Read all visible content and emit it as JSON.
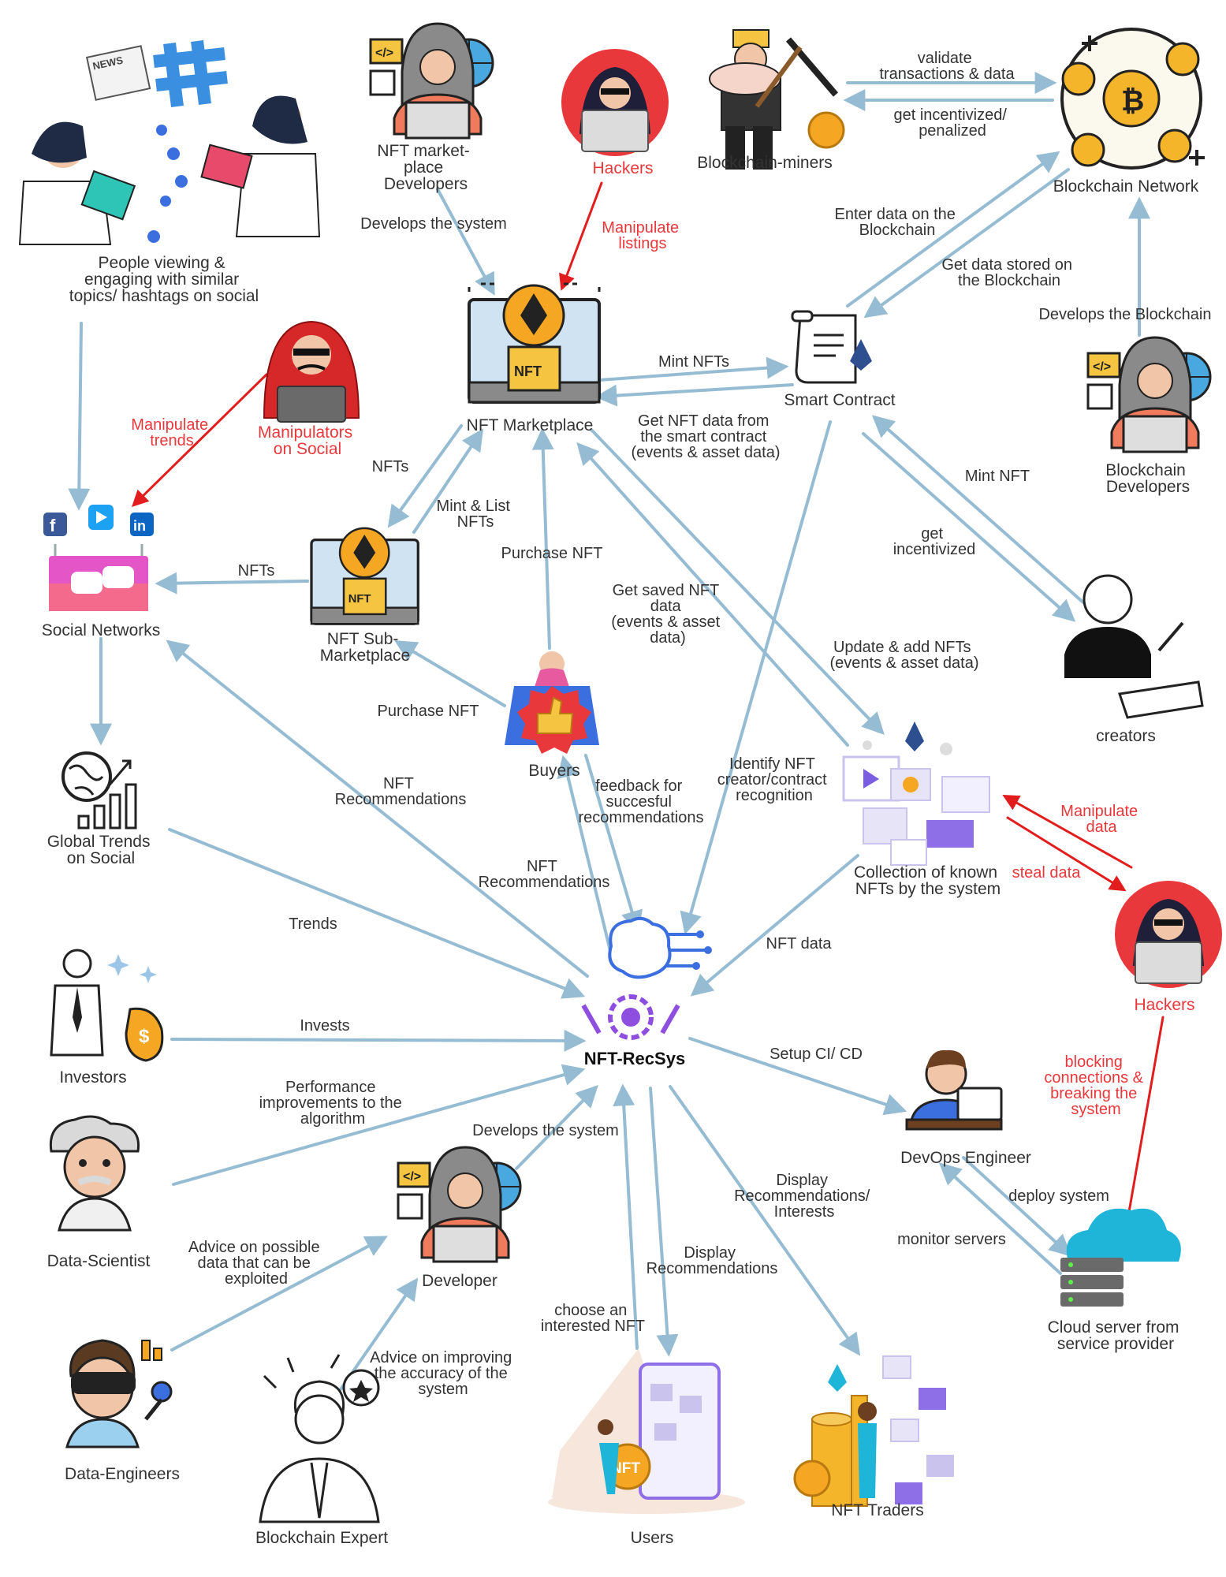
{
  "colors": {
    "arrow": "#95bcd2",
    "attack_arrow": "#e11d1d",
    "attack_text": "#e8383b",
    "text": "#333333"
  },
  "nodes": {
    "social_viewers": {
      "label": [
        "People viewing &",
        "engaging with similar",
        "topics/ hashtags on social"
      ],
      "icon": "people-hashtag-illustration"
    },
    "nft_market_devs": {
      "label": [
        "NFT market-",
        "place",
        "Developers"
      ],
      "icon": "developer-hooded-icon"
    },
    "hackers_top": {
      "label": [
        "Hackers"
      ],
      "icon": "hacker-icon"
    },
    "miners": {
      "label": [
        "Blockchain-miners"
      ],
      "icon": "miner-pickaxe-icon"
    },
    "blockchain_network": {
      "label": [
        "Blockchain Network"
      ],
      "icon": "bitcoin-network-icon"
    },
    "manipulators": {
      "label": [
        "Manipulators",
        "on Social"
      ],
      "icon": "manipulator-hooded-icon"
    },
    "nft_marketplace": {
      "label": [
        "NFT Marketplace"
      ],
      "icon": "nft-marketplace-icon"
    },
    "smart_contract": {
      "label": [
        "Smart Contract"
      ],
      "icon": "contract-scroll-icon"
    },
    "blockchain_devs": {
      "label": [
        "Blockchain",
        "Developers"
      ],
      "icon": "developer-hooded-icon"
    },
    "social_networks": {
      "label": [
        "Social Networks"
      ],
      "icon": "social-networks-icon"
    },
    "nft_sub_market": {
      "label": [
        "NFT Sub-",
        "Marketplace"
      ],
      "icon": "nft-marketplace-icon"
    },
    "creators": {
      "label": [
        "creators"
      ],
      "icon": "artist-drawing-icon"
    },
    "buyers": {
      "label": [
        "Buyers"
      ],
      "icon": "thumbs-up-buyer-icon"
    },
    "global_trends": {
      "label": [
        "Global Trends",
        "on Social"
      ],
      "icon": "globe-trend-chart-icon"
    },
    "nft_collection": {
      "label": [
        "Collection of known",
        "NFTs by the system"
      ],
      "icon": "nft-collection-icon"
    },
    "hackers_right": {
      "label": [
        "Hackers"
      ],
      "icon": "hacker-icon"
    },
    "investors": {
      "label": [
        "Investors"
      ],
      "icon": "investor-money-bag-icon"
    },
    "recsys": {
      "label": [
        "NFT-RecSys"
      ],
      "icon": "ai-brain-gear-icon"
    },
    "devops": {
      "label": [
        "DevOps Engineer"
      ],
      "icon": "devops-laptop-icon"
    },
    "data_scientist": {
      "label": [
        "Data-Scientist"
      ],
      "icon": "scientist-icon"
    },
    "developer": {
      "label": [
        "Developer"
      ],
      "icon": "developer-hooded-icon"
    },
    "cloud": {
      "label": [
        "Cloud server from",
        "service provider"
      ],
      "icon": "cloud-server-icon"
    },
    "data_engineers": {
      "label": [
        "Data-Engineers"
      ],
      "icon": "data-engineer-vr-icon"
    },
    "blockchain_expert": {
      "label": [
        "Blockchain Expert"
      ],
      "icon": "expert-lightbulb-icon"
    },
    "users": {
      "label": [
        "Users"
      ],
      "icon": "user-phone-nft-icon"
    },
    "nft_traders": {
      "label": [
        "NFT Traders"
      ],
      "icon": "trader-coins-icon"
    }
  },
  "edges": [
    {
      "label": [
        "validate",
        "transactions & data"
      ]
    },
    {
      "label": [
        "get incentivized/",
        "penalized"
      ]
    },
    {
      "label": [
        "Develops the system"
      ]
    },
    {
      "label": [
        "Manipulate",
        "listings"
      ],
      "attack": true
    },
    {
      "label": [
        "Enter data on the",
        "Blockchain"
      ]
    },
    {
      "label": [
        "Get data stored on",
        "the Blockchain"
      ]
    },
    {
      "label": [
        "Develops the Blockchain"
      ]
    },
    {
      "label": [
        "Manipulate",
        "trends"
      ],
      "attack": true
    },
    {
      "label": [
        "Mint NFTs"
      ]
    },
    {
      "label": [
        "Get NFT data from",
        "the smart contract",
        "(events & asset data)"
      ]
    },
    {
      "label": [
        "NFTs"
      ]
    },
    {
      "label": [
        "Mint & List",
        "NFTs"
      ]
    },
    {
      "label": [
        "Mint NFT"
      ]
    },
    {
      "label": [
        "get",
        "incentivized"
      ]
    },
    {
      "label": [
        "Purchase NFT"
      ]
    },
    {
      "label": [
        "NFTs"
      ]
    },
    {
      "label": [
        "Get saved NFT",
        "data",
        "(events & asset",
        "data)"
      ]
    },
    {
      "label": [
        "Update & add NFTs",
        "(events & asset data)"
      ]
    },
    {
      "label": [
        "Purchase NFT"
      ]
    },
    {
      "label": [
        "NFT",
        "Recommendations"
      ]
    },
    {
      "label": [
        "feedback for",
        "succesful",
        "recommendations"
      ]
    },
    {
      "label": [
        "Identify NFT",
        "creator/contract",
        "recognition"
      ]
    },
    {
      "label": [
        "Manipulate",
        "data"
      ],
      "attack": true
    },
    {
      "label": [
        "steal data"
      ],
      "attack": true
    },
    {
      "label": [
        "NFT",
        "Recommendations"
      ]
    },
    {
      "label": [
        "Trends"
      ]
    },
    {
      "label": [
        "NFT data"
      ]
    },
    {
      "label": [
        "Invests"
      ]
    },
    {
      "label": [
        "Setup CI/ CD"
      ]
    },
    {
      "label": [
        "Performance",
        "improvements to the",
        "algorithm"
      ]
    },
    {
      "label": [
        "Develops the system"
      ]
    },
    {
      "label": [
        "blocking",
        "connections &",
        "breaking the",
        "system"
      ],
      "attack": true
    },
    {
      "label": [
        "Display",
        "Recommendations/",
        "Interests"
      ]
    },
    {
      "label": [
        "deploy system"
      ]
    },
    {
      "label": [
        "monitor servers"
      ]
    },
    {
      "label": [
        "Advice on possible",
        "data that can be",
        "exploited"
      ]
    },
    {
      "label": [
        "Display",
        "Recommendations"
      ]
    },
    {
      "label": [
        "choose an",
        "interested NFT"
      ]
    },
    {
      "label": [
        "Advice on improving",
        "the accuracy of the",
        "system"
      ]
    }
  ]
}
